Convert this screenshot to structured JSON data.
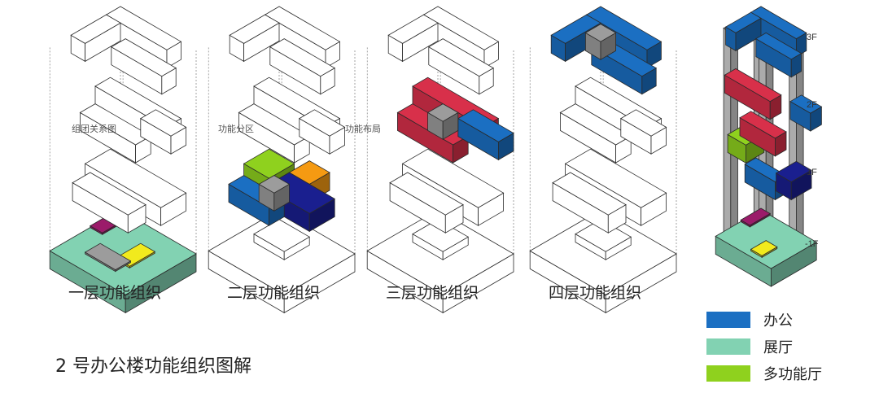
{
  "colors": {
    "office": "#1b6fc2",
    "exhibition": "#82d2b2",
    "multifunction": "#8fd11e",
    "dining": "#d8304a",
    "navy": "#1a1f8f",
    "orange": "#f59a12",
    "magenta": "#9b1b6a",
    "yellow": "#f1ea1d",
    "gray": "#9c9c9c"
  },
  "captions": [
    "一层功能组织",
    "二层功能组织",
    "三层功能组织",
    "四层功能组织"
  ],
  "diagram_labels": {
    "relation": "组团关系图",
    "zoning": "功能分区",
    "layout": "功能布局"
  },
  "floor_levels": [
    "3F",
    "2F",
    "1F",
    "-1F"
  ],
  "title": "2 号办公楼功能组织图解",
  "legend": [
    {
      "label": "办公",
      "color": "#1b6fc2"
    },
    {
      "label": "展厅",
      "color": "#82d2b2"
    },
    {
      "label": "多功能厅",
      "color": "#8fd11e"
    }
  ]
}
